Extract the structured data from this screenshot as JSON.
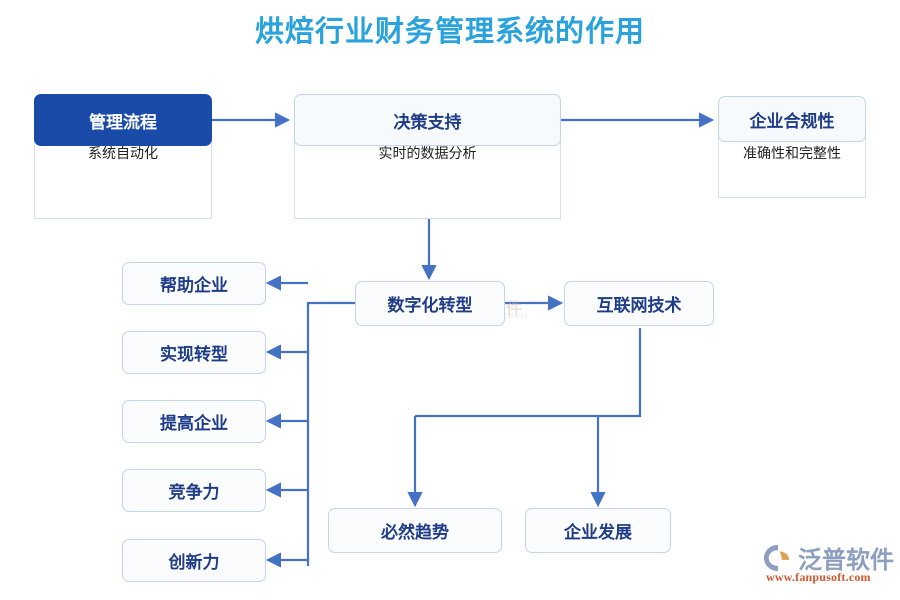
{
  "page": {
    "title": "烘焙行业财务管理系统的作用",
    "title_color": "#2aa3dd",
    "background": "#ffffff",
    "accent_primary": "#1a4ba8",
    "accent_line": "#4472c4",
    "accent_border": "#c3d4ec"
  },
  "diagram": {
    "type": "flow-diagram",
    "cards": [
      {
        "id": "management-process",
        "head": "管理流程",
        "body": "系统自动化",
        "style": "primary"
      },
      {
        "id": "decision-support",
        "head": "决策支持",
        "body": "实时的数据分析",
        "style": "light"
      },
      {
        "id": "enterprise-compliance",
        "head": "企业合规性",
        "body": "准确性和完整性",
        "style": "light"
      }
    ],
    "nodes": [
      {
        "id": "digital-transformation",
        "label": "数字化转型"
      },
      {
        "id": "internet-technology",
        "label": "互联网技术"
      },
      {
        "id": "help-enterprise",
        "label": "帮助企业"
      },
      {
        "id": "achieve-transformation",
        "label": "实现转型"
      },
      {
        "id": "improve-enterprise",
        "label": "提高企业"
      },
      {
        "id": "competitiveness",
        "label": "竞争力"
      },
      {
        "id": "innovation",
        "label": "创新力"
      },
      {
        "id": "inevitable-trend",
        "label": "必然趋势"
      },
      {
        "id": "enterprise-development",
        "label": "企业发展"
      }
    ],
    "edges": [
      {
        "from": "management-process",
        "to": "decision-support"
      },
      {
        "from": "decision-support",
        "to": "enterprise-compliance"
      },
      {
        "from": "decision-support",
        "to": "digital-transformation"
      },
      {
        "from": "digital-transformation",
        "to": "internet-technology"
      },
      {
        "from": "digital-transformation",
        "to": "help-enterprise"
      },
      {
        "from": "digital-transformation",
        "to": "achieve-transformation"
      },
      {
        "from": "digital-transformation",
        "to": "improve-enterprise"
      },
      {
        "from": "digital-transformation",
        "to": "competitiveness"
      },
      {
        "from": "digital-transformation",
        "to": "innovation"
      },
      {
        "from": "internet-technology",
        "to": "inevitable-trend"
      },
      {
        "from": "internet-technology",
        "to": "enterprise-development"
      }
    ]
  },
  "watermark": {
    "text": "泛普软件",
    "subtext": "FANPU SOFTWARE"
  },
  "brand": {
    "name": "泛普软件",
    "url": "www.fanpusoft.com",
    "name_color": "#8d9fc0",
    "url_color": "#d4562e"
  }
}
